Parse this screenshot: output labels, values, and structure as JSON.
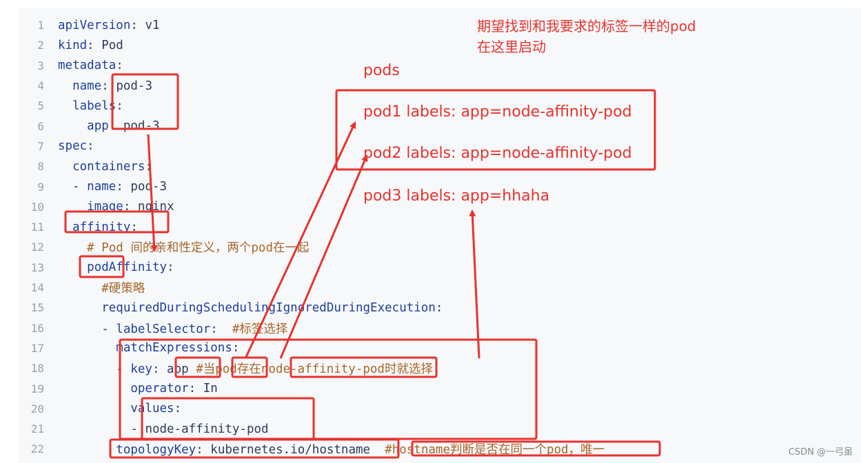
{
  "code": {
    "lines": [
      {
        "num": "1",
        "indent": "",
        "key": "apiVersion",
        "sep": ": ",
        "value": "v1",
        "comment": ""
      },
      {
        "num": "2",
        "indent": "",
        "key": "kind",
        "sep": ": ",
        "value": "Pod",
        "comment": ""
      },
      {
        "num": "3",
        "indent": "",
        "key": "metadata",
        "sep": ":",
        "value": "",
        "comment": ""
      },
      {
        "num": "4",
        "indent": "  ",
        "key": "name",
        "sep": ": ",
        "value": "pod-3",
        "comment": ""
      },
      {
        "num": "5",
        "indent": "  ",
        "key": "labels",
        "sep": ":",
        "value": "",
        "comment": ""
      },
      {
        "num": "6",
        "indent": "    ",
        "key": "app",
        "sep": ": ",
        "value": "pod-3",
        "comment": ""
      },
      {
        "num": "7",
        "indent": "",
        "key": "spec",
        "sep": ":",
        "value": "",
        "comment": ""
      },
      {
        "num": "8",
        "indent": "  ",
        "key": "containers",
        "sep": ":",
        "value": "",
        "comment": ""
      },
      {
        "num": "9",
        "indent": "  - ",
        "key": "name",
        "sep": ": ",
        "value": "pod-3",
        "comment": ""
      },
      {
        "num": "10",
        "indent": "    ",
        "key": "image",
        "sep": ": ",
        "value": "nginx",
        "comment": ""
      },
      {
        "num": "11",
        "indent": "  ",
        "key": "affinity",
        "sep": ":",
        "value": "",
        "comment": ""
      },
      {
        "num": "12",
        "indent": "    ",
        "key": "",
        "sep": "",
        "value": "",
        "comment": "# Pod 间的亲和性定义，两个pod在一起"
      },
      {
        "num": "13",
        "indent": "    ",
        "key": "podAffinity",
        "sep": ":",
        "value": "",
        "comment": ""
      },
      {
        "num": "14",
        "indent": "      ",
        "key": "",
        "sep": "",
        "value": "",
        "comment": "#硬策略"
      },
      {
        "num": "15",
        "indent": "      ",
        "key": "requiredDuringSchedulingIgnoredDuringExecution",
        "sep": ":",
        "value": "",
        "comment": ""
      },
      {
        "num": "16",
        "indent": "      - ",
        "key": "labelSelector",
        "sep": ":  ",
        "value": "",
        "comment": "#标签选择"
      },
      {
        "num": "17",
        "indent": "        ",
        "key": "matchExpressions",
        "sep": ":",
        "value": "",
        "comment": ""
      },
      {
        "num": "18",
        "indent": "        - ",
        "key": "key",
        "sep": ": ",
        "value": "app ",
        "comment": "#当pod存在node-affinity-pod时就选择"
      },
      {
        "num": "19",
        "indent": "          ",
        "key": "operator",
        "sep": ": ",
        "value": "In",
        "comment": ""
      },
      {
        "num": "20",
        "indent": "          ",
        "key": "values",
        "sep": ":",
        "value": "",
        "comment": ""
      },
      {
        "num": "21",
        "indent": "          - ",
        "key": "",
        "sep": "",
        "value": "node-affinity-pod",
        "comment": ""
      },
      {
        "num": "22",
        "indent": "        ",
        "key": "topologyKey",
        "sep": ": ",
        "value": "kubernetes.io/hostname  ",
        "comment": "#hostname判断是否在同一个pod，唯一"
      }
    ]
  },
  "annotations": {
    "note_line1": "期望找到和我要求的标签一样的pod",
    "note_line2": "在这里启动",
    "pods_heading": "pods",
    "pod1": "pod1  labels: app=node-affinity-pod",
    "pod2": "pod2  labels: app=node-affinity-pod",
    "pod3": "pod3    labels: app=hhaha",
    "color": "#e8322d"
  },
  "watermark": "CSDN @一弓虽"
}
